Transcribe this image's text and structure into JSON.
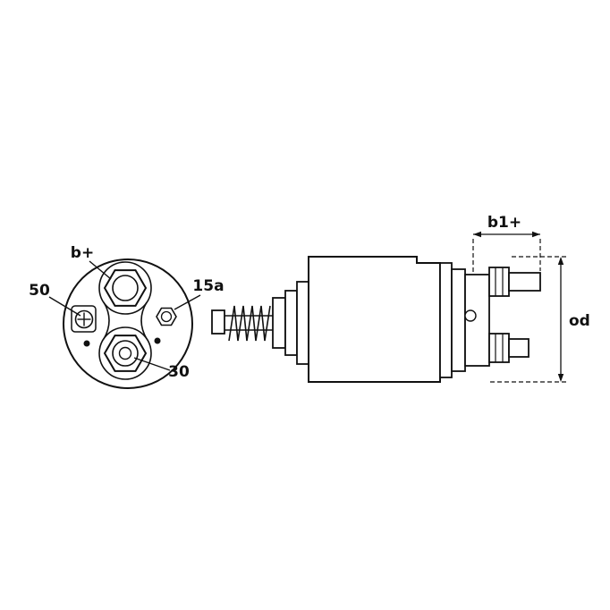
{
  "diagram": {
    "subject": "starter-solenoid-two-view-technical-drawing",
    "colors": {
      "line": "#111111",
      "background": "#ffffff"
    },
    "end_view": {
      "terminal_b_plus_label": "b+",
      "terminal_50_label": "50",
      "terminal_15a_label": "15a",
      "terminal_30_label": "30"
    },
    "side_view": {
      "dim_b1_plus_label": "b1+",
      "dim_od_label": "od"
    }
  }
}
